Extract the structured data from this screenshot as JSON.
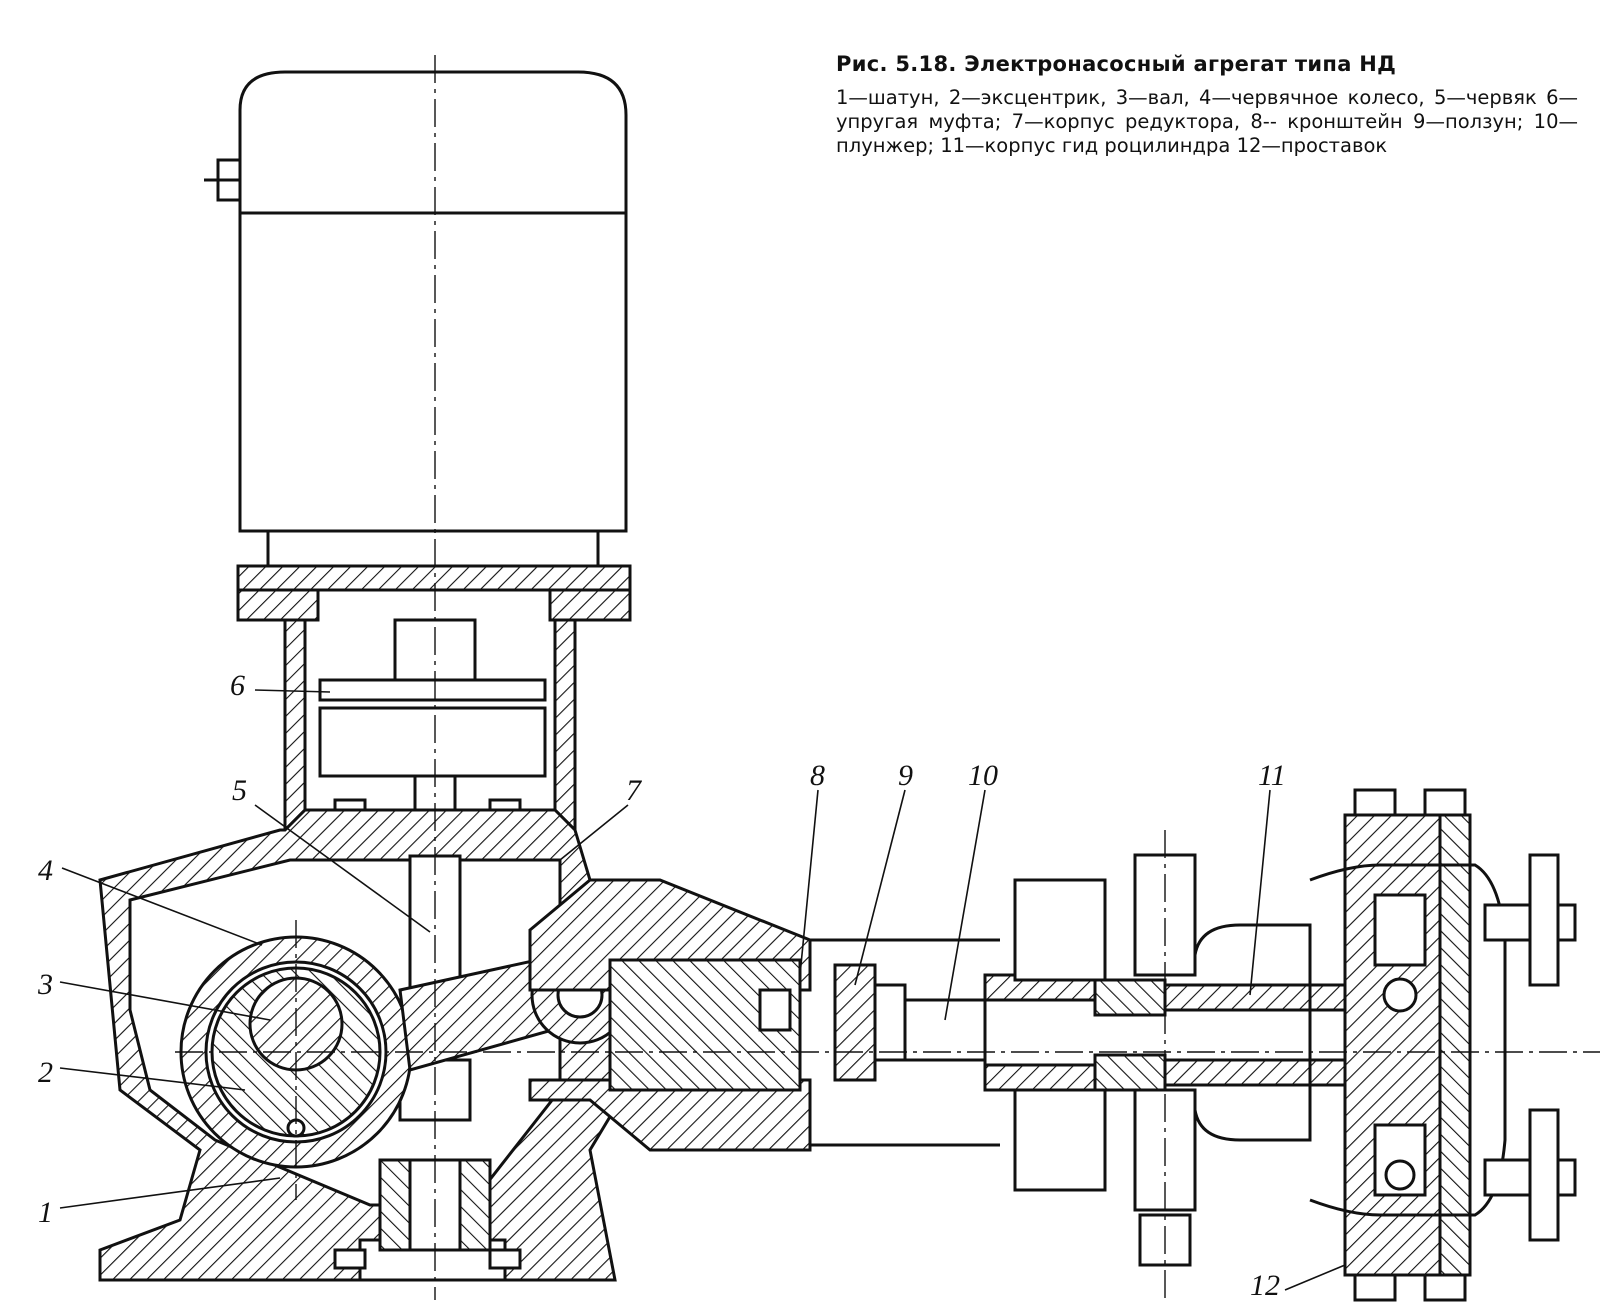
{
  "caption": {
    "title": "Рис. 5.18. Электронасосный агрегат типа НД",
    "body": "1—шатун, 2—эксцентрик, 3—вал, 4—червячное колесо, 5—червяк 6—упругая муфта; 7—корпус редуктора, 8-- кронштейн 9—ползун; 10—плунжер; 11—корпус гид роцилиндра 12—проставок"
  },
  "callouts": [
    "1",
    "2",
    "3",
    "4",
    "5",
    "6",
    "7",
    "8",
    "9",
    "10",
    "11",
    "12"
  ]
}
